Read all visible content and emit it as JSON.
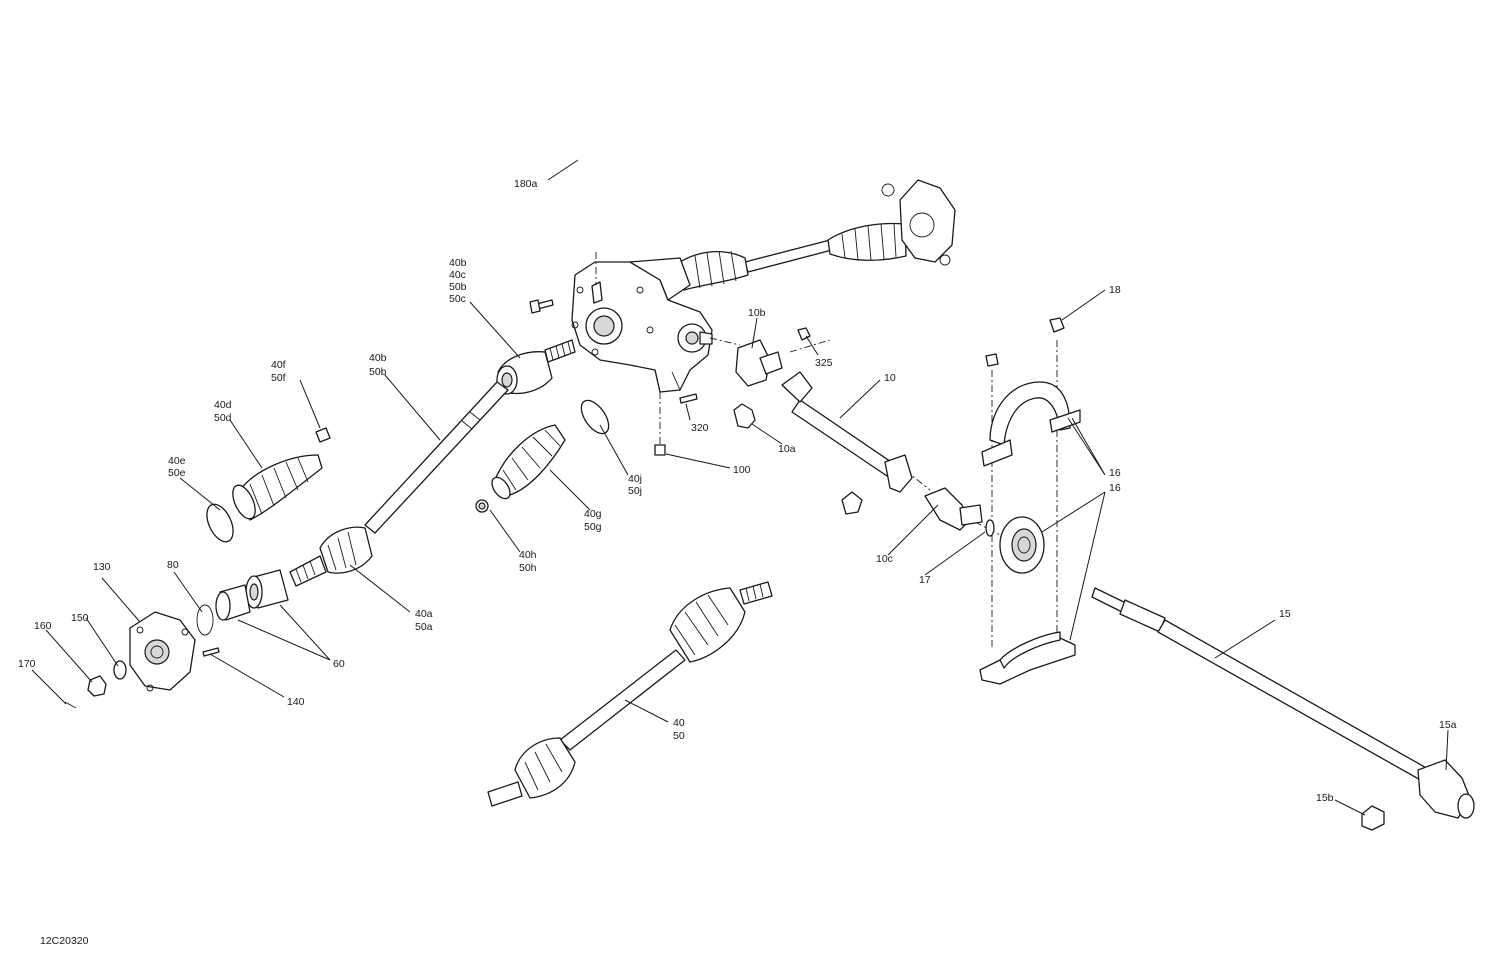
{
  "drawing_id": "12C20320",
  "callouts": {
    "c180a": "180a",
    "c40b_a": "40b",
    "c40c": "40c",
    "c50b_a": "50b",
    "c50c": "50c",
    "c40b_b": "40b",
    "c50b_b": "50b",
    "c40f": "40f",
    "c50f": "50f",
    "c40d": "40d",
    "c50d": "50d",
    "c40e": "40e",
    "c50e": "50e",
    "c40j": "40j",
    "c50j": "50j",
    "c40g": "40g",
    "c50g": "50g",
    "c40h": "40h",
    "c50h": "50h",
    "c40a": "40a",
    "c50a": "50a",
    "c130": "130",
    "c80": "80",
    "c150": "150",
    "c160": "160",
    "c170": "170",
    "c140": "140",
    "c60": "60",
    "c10b": "10b",
    "c325": "325",
    "c320": "320",
    "c10a": "10a",
    "c100": "100",
    "c10": "10",
    "c10c": "10c",
    "c17": "17",
    "c18": "18",
    "c16_a": "16",
    "c16_b": "16",
    "c40": "40",
    "c50": "50",
    "c15": "15",
    "c15a": "15a",
    "c15b": "15b"
  }
}
